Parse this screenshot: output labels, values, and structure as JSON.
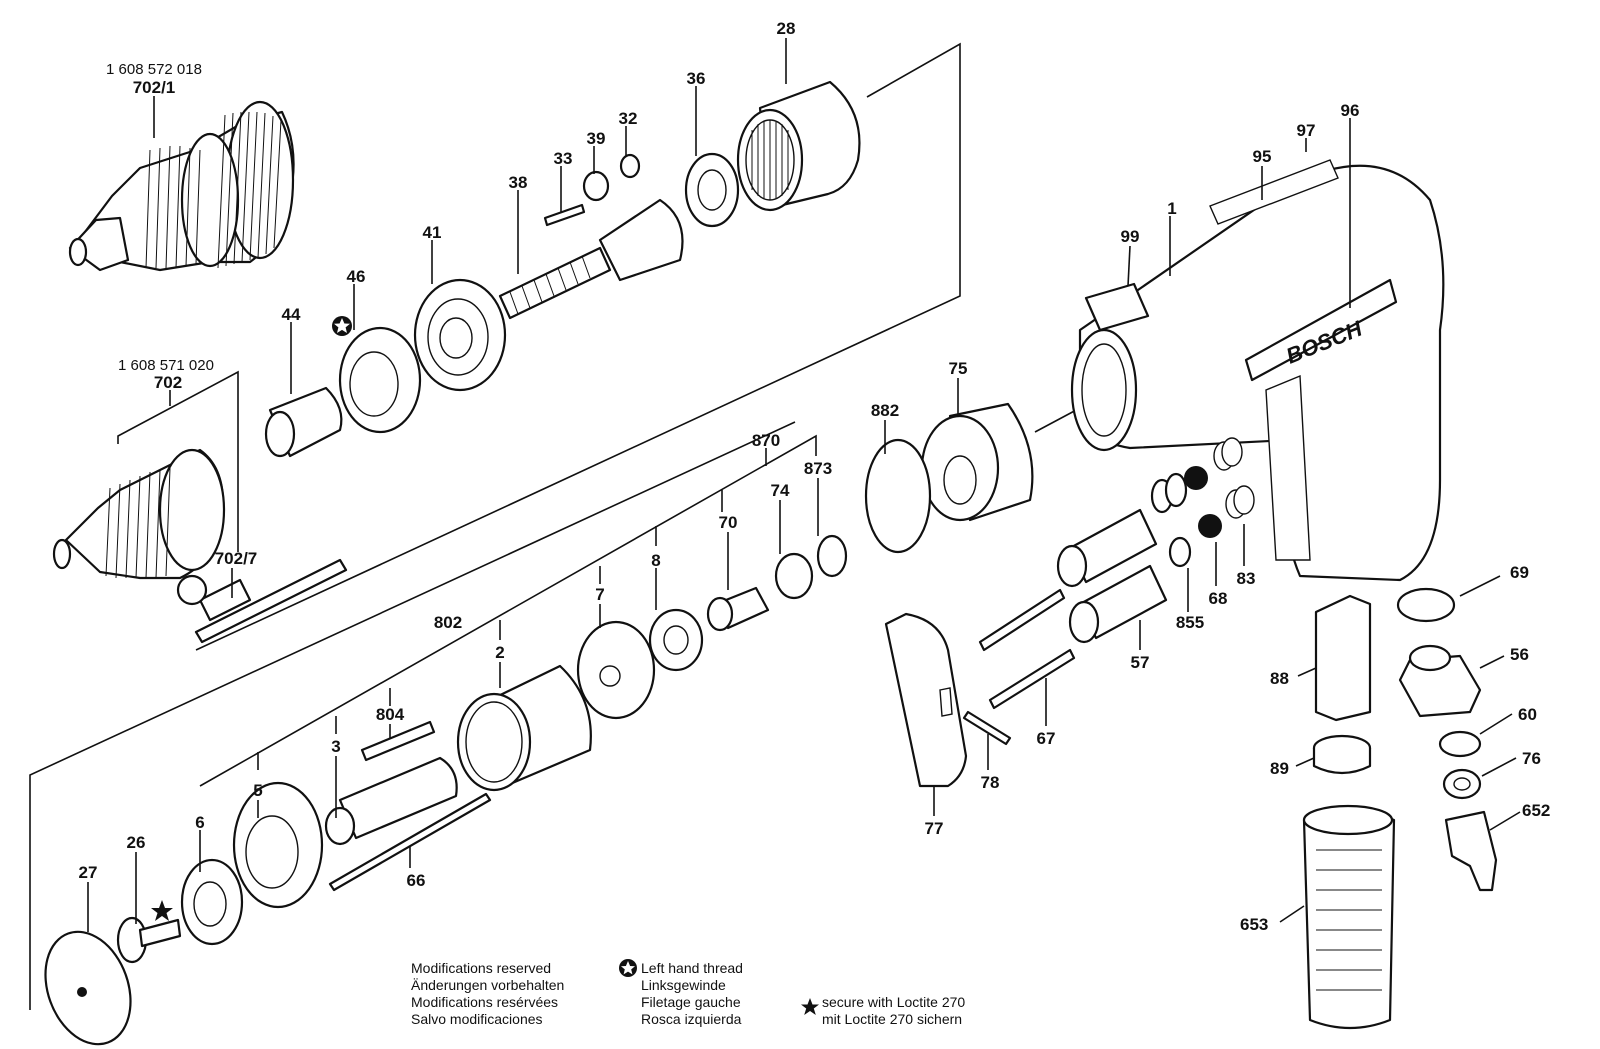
{
  "labels": {
    "p28": "28",
    "p36": "36",
    "p32": "32",
    "p39": "39",
    "p33": "33",
    "p38": "38",
    "p41": "41",
    "p46": "46",
    "p44": "44",
    "p702_1": "702/1",
    "p702_1_code": "1 608 572 018",
    "p702": "702",
    "p702_code": "1 608 571 020",
    "p702_7": "702/7",
    "p96": "96",
    "p97": "97",
    "p95": "95",
    "p1": "1",
    "p99": "99",
    "p75": "75",
    "p882": "882",
    "p870": "870",
    "p873": "873",
    "p74": "74",
    "p70": "70",
    "p8": "8",
    "p7": "7",
    "p802": "802",
    "p2": "2",
    "p804": "804",
    "p3": "3",
    "p5": "5",
    "p6": "6",
    "p66": "66",
    "p26": "26",
    "p27": "27",
    "p83": "83",
    "p68": "68",
    "p855": "855",
    "p57": "57",
    "p67": "67",
    "p78": "78",
    "p77": "77",
    "p69": "69",
    "p56": "56",
    "p60": "60",
    "p76": "76",
    "p652": "652",
    "p88": "88",
    "p89": "89",
    "p653": "653"
  },
  "brand_text": "BOSCH",
  "notes": {
    "modifications": [
      "Modifications reserved",
      "Änderungen vorbehalten",
      "Modifications resérvées",
      "Salvo modificaciones"
    ],
    "left_hand_thread": [
      "Left hand thread",
      "Linksgewinde",
      "Filetage gauche",
      "Rosca izquierda"
    ],
    "loctite": [
      "secure with Loctite 270",
      "mit Loctite 270 sichern"
    ]
  },
  "icons": {
    "left_hand_thread": "circled-star-icon",
    "loctite": "star-icon"
  }
}
